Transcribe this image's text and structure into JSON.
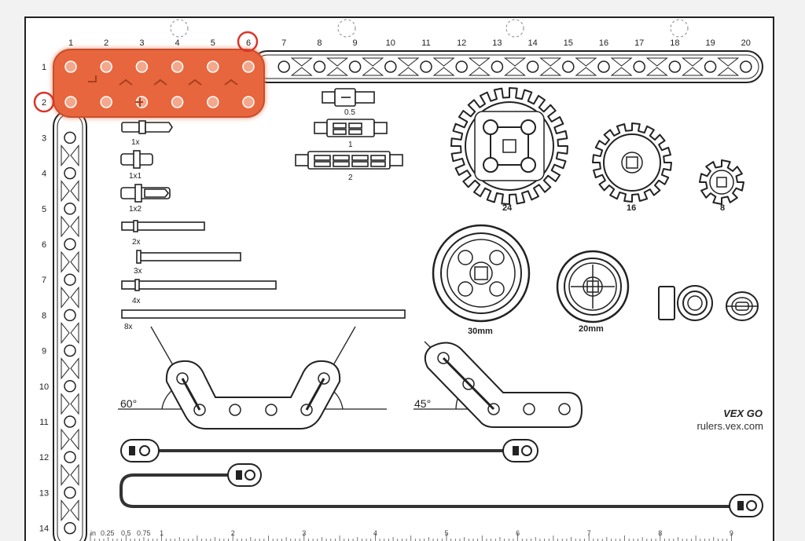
{
  "sheet": {
    "columns": [
      "1",
      "2",
      "3",
      "4",
      "5",
      "6",
      "7",
      "8",
      "9",
      "10",
      "11",
      "12",
      "13",
      "14",
      "15",
      "16",
      "17",
      "18",
      "19",
      "20"
    ],
    "rows": [
      "1",
      "2",
      "3",
      "4",
      "5",
      "6",
      "7",
      "8",
      "9",
      "10",
      "11",
      "12",
      "13",
      "14"
    ],
    "highlight": {
      "column": "6",
      "row": "2",
      "color": "#e8663d",
      "marker_color": "#d9352b"
    }
  },
  "standoffs": {
    "labels": [
      "1x",
      "1x1",
      "1x2"
    ]
  },
  "connectors": {
    "labels": [
      "0.5",
      "1",
      "2"
    ]
  },
  "pins": {
    "labels": [
      "2x",
      "3x",
      "4x",
      "8x"
    ]
  },
  "gears": {
    "labels": [
      "24",
      "16",
      "8"
    ]
  },
  "wheels": {
    "labels": [
      "30mm",
      "20mm"
    ]
  },
  "angles": {
    "left": "60°",
    "right": "45°"
  },
  "brand": {
    "logo": "VEX GO",
    "url": "rulers.vex.com"
  },
  "ruler": {
    "unit": "in",
    "fractions": [
      "0.25",
      "0.5",
      "0.75"
    ],
    "inches": [
      "1",
      "2",
      "3",
      "4",
      "5",
      "6",
      "7",
      "8",
      "9"
    ]
  }
}
